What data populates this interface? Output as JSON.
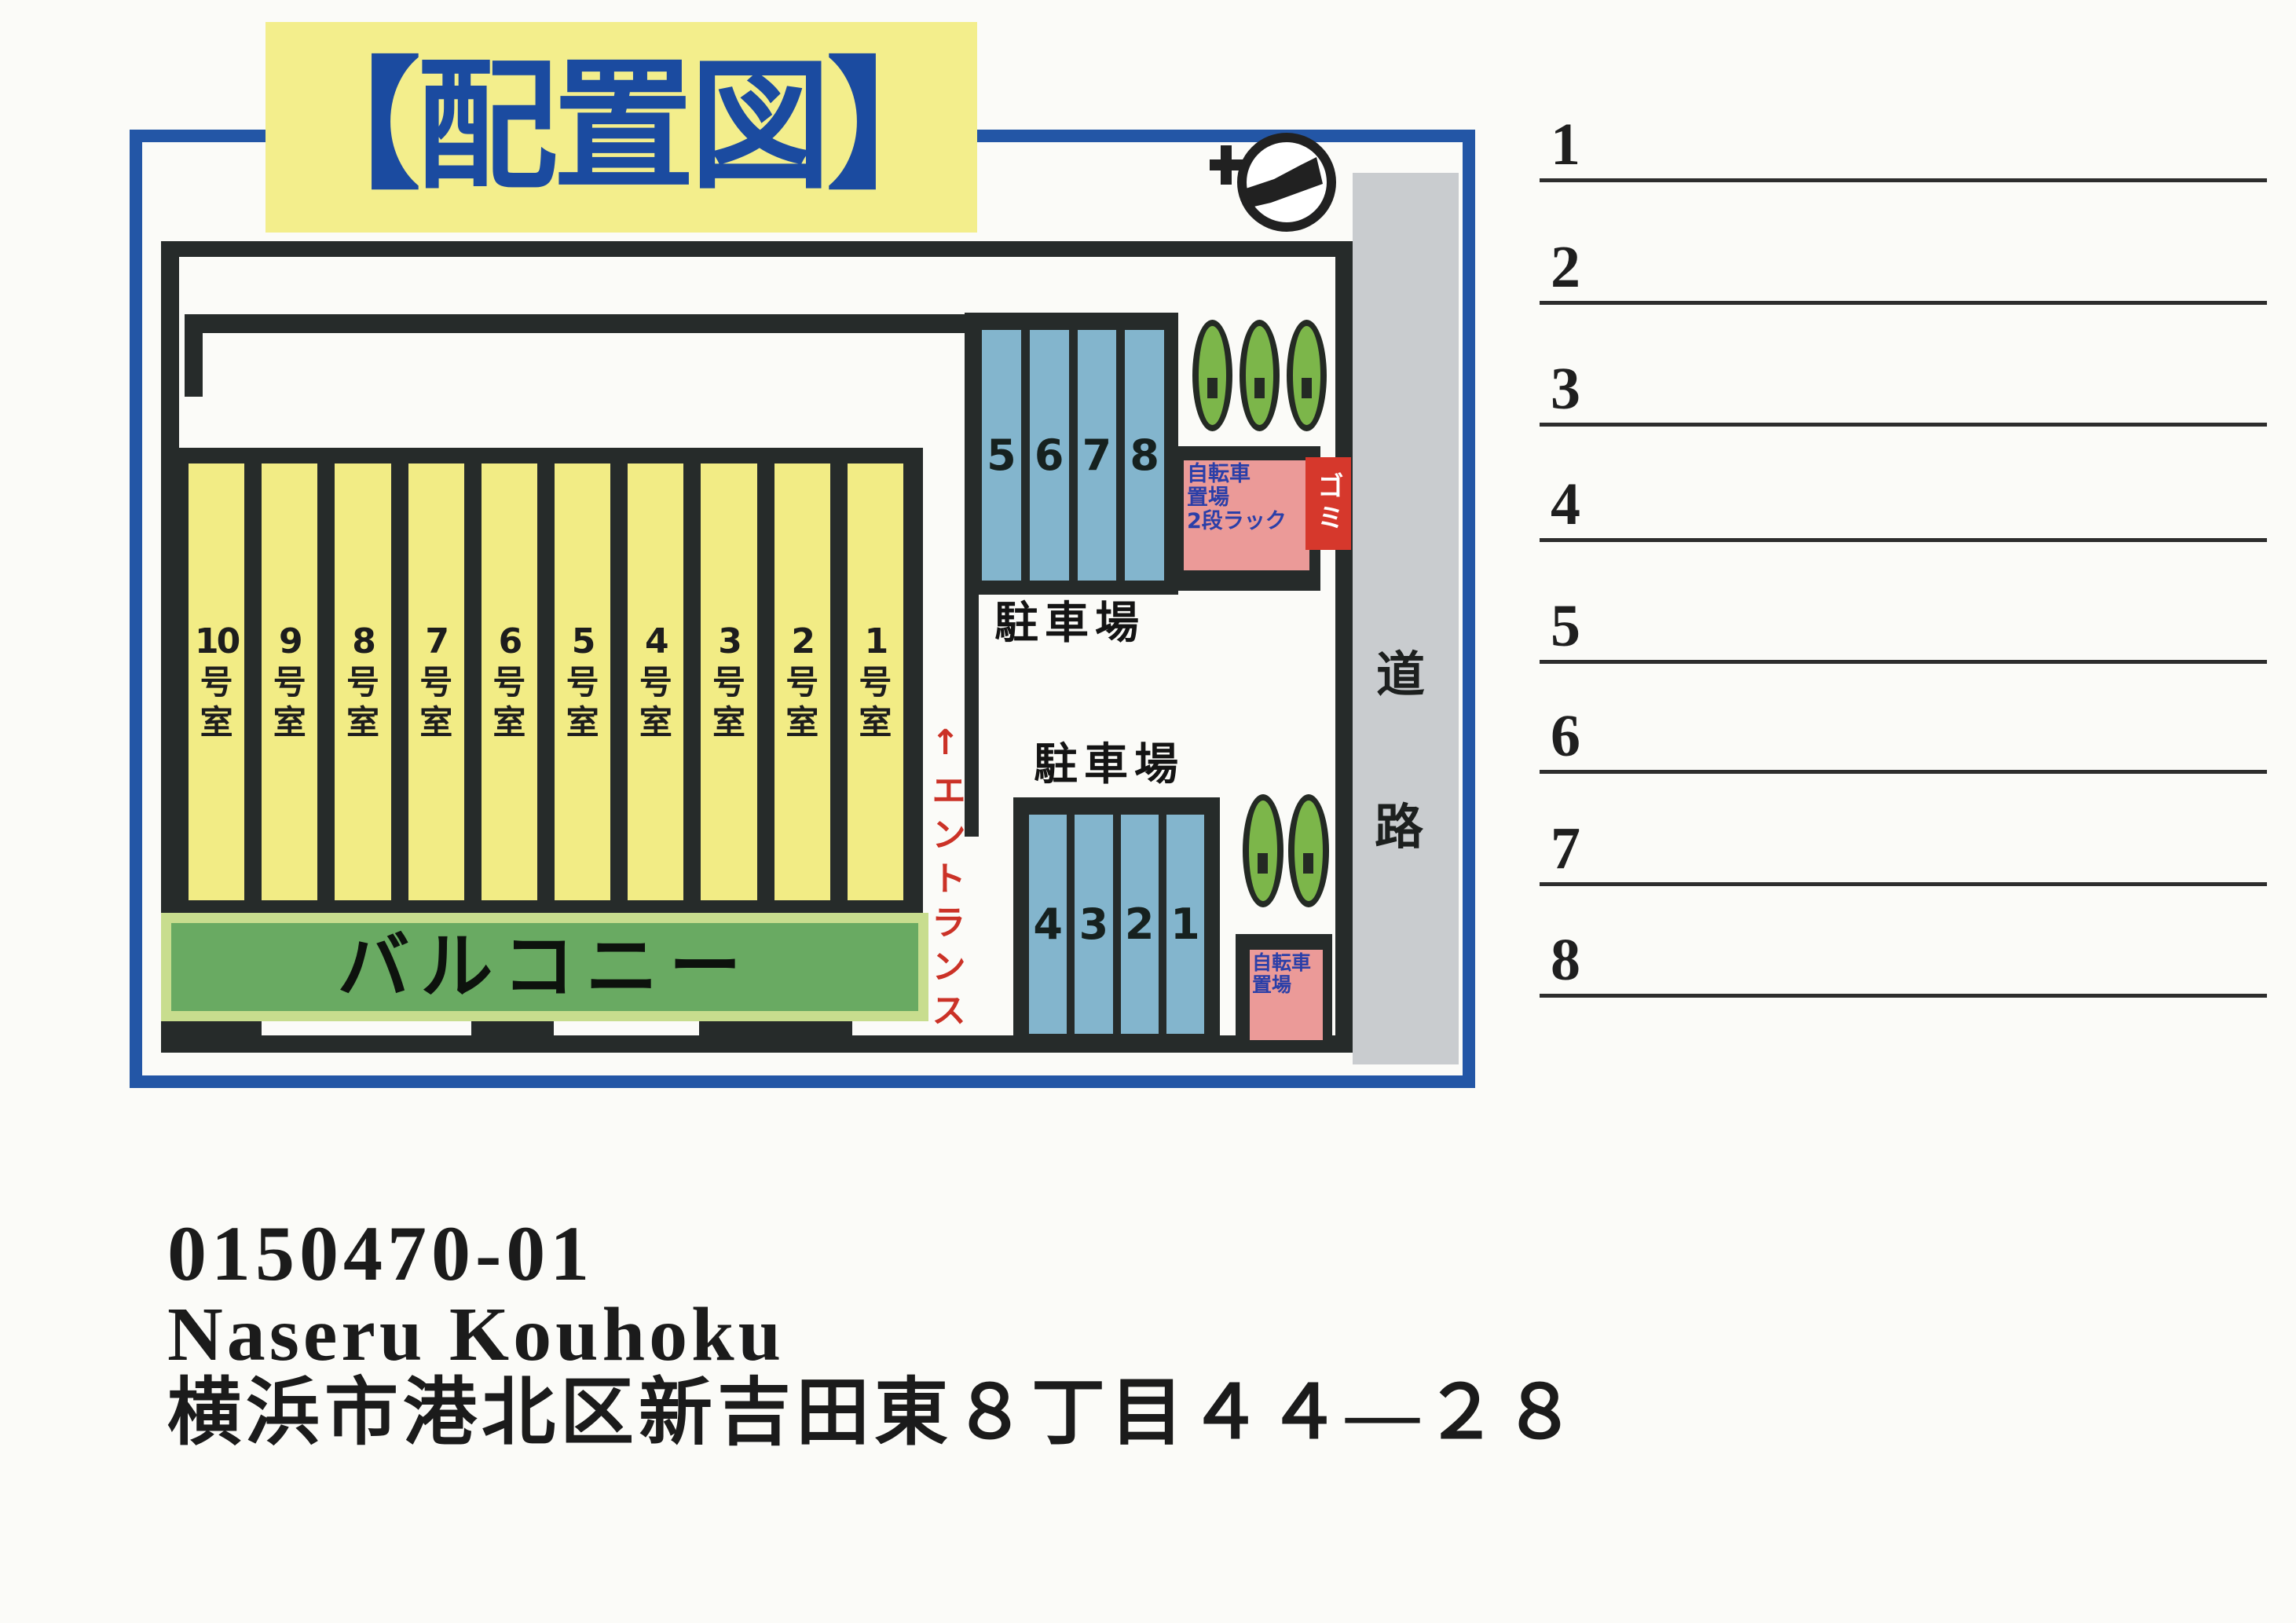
{
  "title": "【配置図】",
  "map": {
    "building": {
      "units": [
        "10号室",
        "9号室",
        "8号室",
        "7号室",
        "6号室",
        "5号室",
        "4号室",
        "3号室",
        "2号室",
        "1号室"
      ],
      "balcony_label": "バルコニー",
      "entrance_label": "↑エントランス"
    },
    "parking_top": {
      "label": "駐車場",
      "stalls": [
        "5",
        "6",
        "7",
        "8"
      ],
      "trees": 3
    },
    "parking_bottom": {
      "label": "駐車場",
      "stalls": [
        "4",
        "3",
        "2",
        "1"
      ],
      "trees": 2
    },
    "bike_rack_top": {
      "lines": [
        "自転車",
        "置場",
        "2段ラック"
      ]
    },
    "bike_rack_bottom": {
      "lines": [
        "自転車",
        "置場"
      ]
    },
    "trash_label": "ゴミ",
    "road": {
      "chars": [
        "道",
        "路"
      ]
    },
    "compass_icon": "north-arrow"
  },
  "notes_panel": {
    "rows": [
      "1",
      "2",
      "3",
      "4",
      "5",
      "6",
      "7",
      "8"
    ]
  },
  "footer": {
    "code": "0150470-01",
    "name": "Naseru Kouhoku",
    "address": "横浜市港北区新吉田東８丁目４４―２８"
  },
  "colors": {
    "paper": "#fbfbf8",
    "banner_yellow": "#f3ee8c",
    "title_blue": "#1b4ba0",
    "frame_blue": "#2356a6",
    "line_black": "#262b2a",
    "unit_yellow": "#f2ec85",
    "balcony_green": "#69aa62",
    "balcony_border": "#c8dd8e",
    "stall_blue": "#83b5cd",
    "tree_green": "#7cb64a",
    "pink_box": "#eb9a98",
    "bike_text_blue": "#2b3fa8",
    "red_box": "#d6382c",
    "entrance_red": "#cb3227",
    "road_gray": "#c9cccf"
  }
}
